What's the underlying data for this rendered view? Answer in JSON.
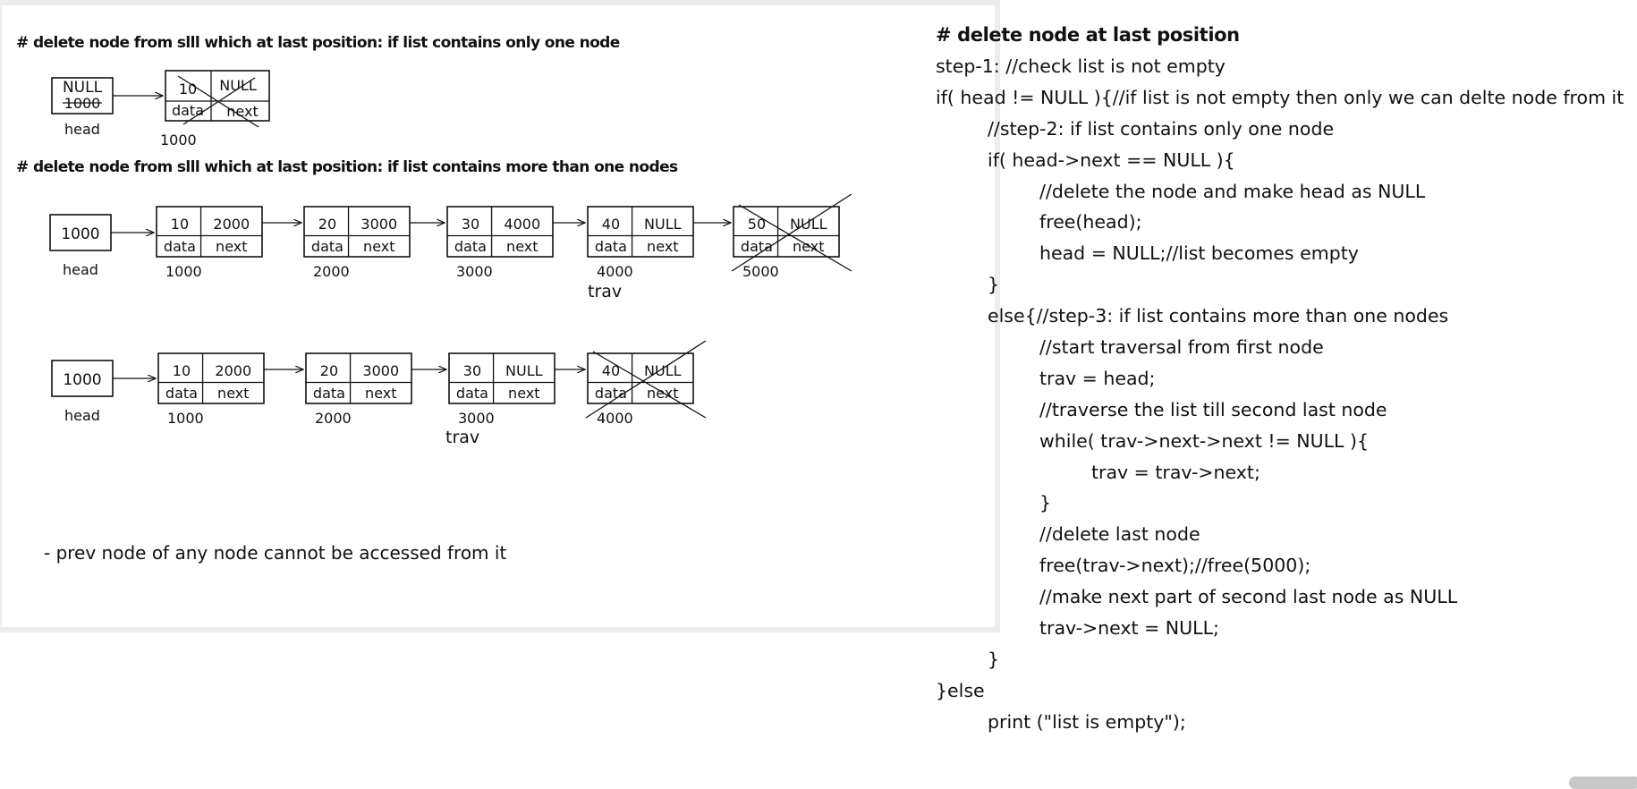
{
  "diagram": {
    "heading_one_node": "# delete node from slll which at last position: if list contains only one node",
    "heading_many_nodes": "# delete node from slll which at last position: if list contains more than one nodes",
    "note": "- prev node of any node cannot be accessed from it",
    "one_node": {
      "head_value": "1000",
      "head_new_value": "NULL",
      "head_label": "head",
      "node": {
        "data": "10",
        "next": "NULL",
        "addr": "1000",
        "deleted": true
      }
    },
    "list_before": {
      "head_value": "1000",
      "head_label": "head",
      "trav_label": "trav",
      "trav_at_index": 3,
      "nodes": [
        {
          "data": "10",
          "next": "2000",
          "addr": "1000",
          "deleted": false
        },
        {
          "data": "20",
          "next": "3000",
          "addr": "2000",
          "deleted": false
        },
        {
          "data": "30",
          "next": "4000",
          "addr": "3000",
          "deleted": false
        },
        {
          "data": "40",
          "next": "NULL",
          "addr": "4000",
          "deleted": false
        },
        {
          "data": "50",
          "next": "NULL",
          "addr": "5000",
          "deleted": true
        }
      ]
    },
    "list_after": {
      "head_value": "1000",
      "head_label": "head",
      "trav_label": "trav",
      "trav_at_index": 2,
      "nodes": [
        {
          "data": "10",
          "next": "2000",
          "addr": "1000",
          "deleted": false
        },
        {
          "data": "20",
          "next": "3000",
          "addr": "2000",
          "deleted": false
        },
        {
          "data": "30",
          "next": "NULL",
          "addr": "3000",
          "deleted": false
        },
        {
          "data": "40",
          "next": "NULL",
          "addr": "4000",
          "deleted": true
        }
      ]
    },
    "field_labels": {
      "data": "data",
      "next": "next"
    }
  },
  "code": {
    "title": "# delete node at last position",
    "lines": [
      {
        "indent": 0,
        "text": "step-1: //check list is not empty"
      },
      {
        "indent": 0,
        "text": "if( head != NULL ){//if list is not empty then only we can delte node from it"
      },
      {
        "indent": 1,
        "text": "//step-2: if list contains only one node"
      },
      {
        "indent": 1,
        "text": "if( head->next == NULL ){"
      },
      {
        "indent": 2,
        "text": "//delete the node and make head as NULL"
      },
      {
        "indent": 2,
        "text": "free(head);"
      },
      {
        "indent": 2,
        "text": "head = NULL;//list becomes empty"
      },
      {
        "indent": 1,
        "text": "}"
      },
      {
        "indent": 1,
        "text": "else{//step-3: if list contains more than one nodes"
      },
      {
        "indent": 2,
        "text": "//start traversal from first node"
      },
      {
        "indent": 2,
        "text": "trav = head;"
      },
      {
        "indent": 2,
        "text": "//traverse the list till second last node"
      },
      {
        "indent": 2,
        "text": "while( trav->next->next != NULL ){"
      },
      {
        "indent": 3,
        "text": "trav = trav->next;"
      },
      {
        "indent": 2,
        "text": "}"
      },
      {
        "indent": 2,
        "text": "//delete last node"
      },
      {
        "indent": 2,
        "text": "free(trav->next);//free(5000);"
      },
      {
        "indent": 2,
        "text": "//make next part of second last node as NULL"
      },
      {
        "indent": 2,
        "text": "trav->next = NULL;"
      },
      {
        "indent": 1,
        "text": "}"
      },
      {
        "indent": 0,
        "text": "}else"
      },
      {
        "indent": 1,
        "text": "print (\"list is empty\");"
      }
    ]
  }
}
